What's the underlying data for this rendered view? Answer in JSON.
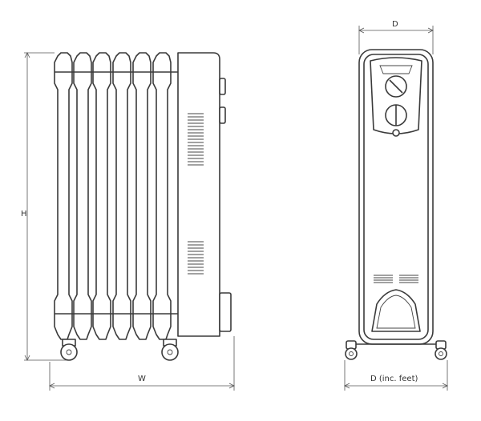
{
  "dimensions": {
    "height_label": "H",
    "width_label": "W",
    "depth_label": "D",
    "depth_feet_label": "D (inc. feet)"
  },
  "colors": {
    "line": "#3a3a3a",
    "background": "#ffffff"
  }
}
